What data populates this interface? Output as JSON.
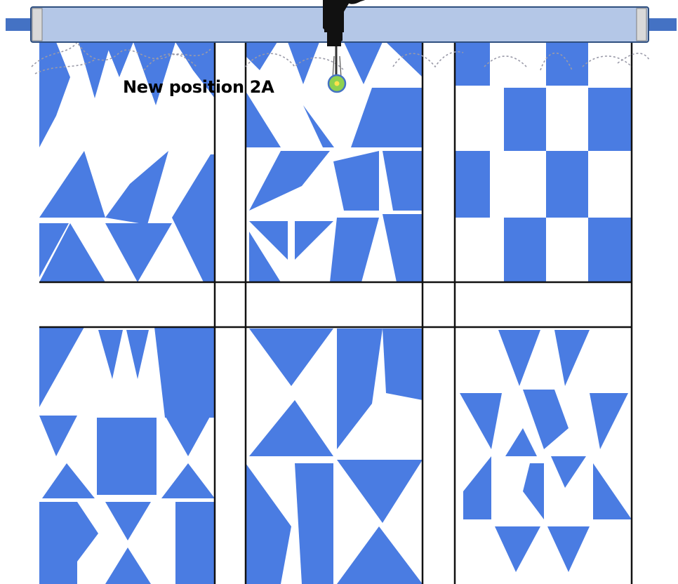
{
  "annotation": {
    "label": "New position 2A"
  },
  "colors": {
    "fabric_blue": "#4a7ce2",
    "fabric_white": "#ffffff",
    "rail": "#b4c7e7",
    "rail_outline": "#2f4f7f",
    "rail_end": "#4472c4",
    "marker": "#8fd14f",
    "stitch": "#9a9aa8",
    "seam": "#111111"
  },
  "blocks": [
    {
      "name": "quilt-block-1",
      "icon": "triangle-block-icon"
    },
    {
      "name": "quilt-block-2",
      "icon": "pinwheel-star-block-icon"
    },
    {
      "name": "quilt-block-3",
      "icon": "checkerboard-block-icon"
    },
    {
      "name": "quilt-block-4",
      "icon": "ohio-star-block-icon"
    },
    {
      "name": "quilt-block-5",
      "icon": "hourglass-block-icon"
    },
    {
      "name": "quilt-block-6",
      "icon": "sawtooth-star-block-icon"
    }
  ]
}
